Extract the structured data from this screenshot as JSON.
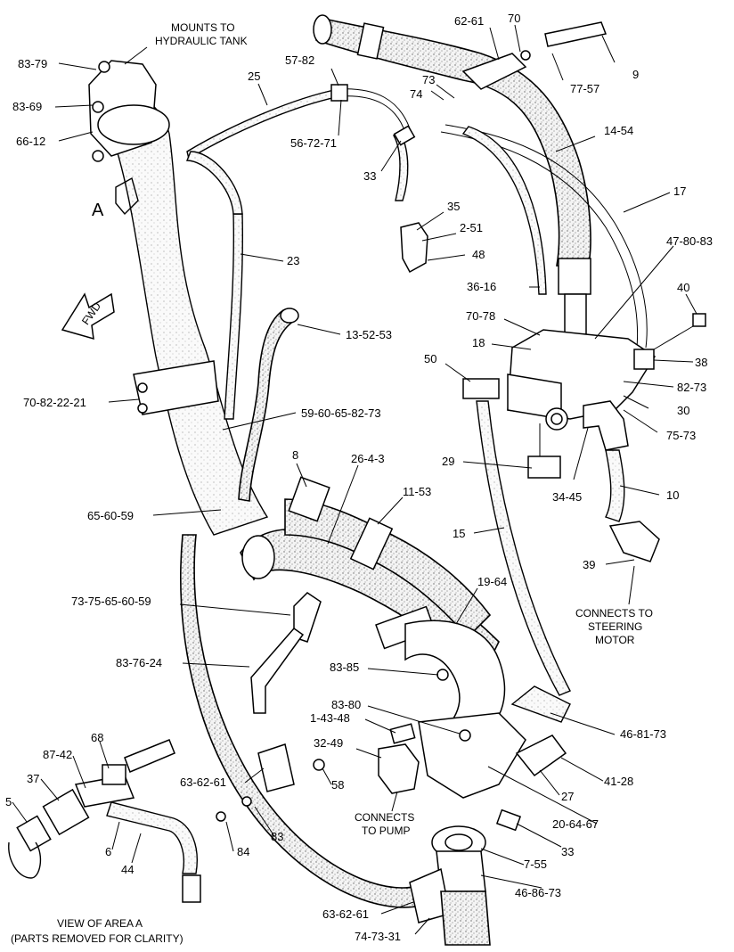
{
  "labels": {
    "l_83_79": "83-79",
    "l_83_69": "83-69",
    "l_66_12": "66-12",
    "l_mounts_1": "MOUNTS TO",
    "l_mounts_2": "HYDRAULIC TANK",
    "l_25": "25",
    "l_57_82": "57-82",
    "l_56_72_71": "56-72-71",
    "l_62_61": "62-61",
    "l_70": "70",
    "l_9": "9",
    "l_77_57": "77-57",
    "l_73": "73",
    "l_74": "74",
    "l_14_54": "14-54",
    "l_33_top": "33",
    "l_17": "17",
    "l_35": "35",
    "l_2_51": "2-51",
    "l_48": "48",
    "l_47_80_83": "47-80-83",
    "l_23": "23",
    "l_A": "A",
    "l_fwd": "FWD",
    "l_36_16": "36-16",
    "l_40": "40",
    "l_70_78": "70-78",
    "l_13_52_53": "13-52-53",
    "l_18": "18",
    "l_38": "38",
    "l_50": "50",
    "l_82_73": "82-73",
    "l_70_82_22_21": "70-82-22-21",
    "l_30": "30",
    "l_59_60_65_82_73": "59-60-65-82-73",
    "l_75_73": "75-73",
    "l_8": "8",
    "l_26_4_3": "26-4-3",
    "l_29": "29",
    "l_11_53": "11-53",
    "l_34_45": "34-45",
    "l_10": "10",
    "l_65_60_59": "65-60-59",
    "l_15": "15",
    "l_39": "39",
    "l_steer_1": "CONNECTS TO",
    "l_steer_2": "STEERING",
    "l_steer_3": "MOTOR",
    "l_19_64": "19-64",
    "l_73_75_65_60_59": "73-75-65-60-59",
    "l_83_76_24": "83-76-24",
    "l_83_85": "83-85",
    "l_83_80": "83-80",
    "l_46_81_73": "46-81-73",
    "l_1_43_48": "1-43-48",
    "l_68": "68",
    "l_87_42": "87-42",
    "l_32_49": "32-49",
    "l_37": "37",
    "l_63_62_61_a": "63-62-61",
    "l_58": "58",
    "l_27": "27",
    "l_41_28": "41-28",
    "l_5": "5",
    "l_pump_1": "CONNECTS",
    "l_pump_2": "TO PUMP",
    "l_20_64_67": "20-64-67",
    "l_6": "6",
    "l_83": "83",
    "l_84": "84",
    "l_33_bottom": "33",
    "l_44": "44",
    "l_7_55": "7-55",
    "l_46_86_73": "46-86-73",
    "l_view_1": "VIEW OF AREA  A",
    "l_view_2": "(PARTS REMOVED FOR CLARITY)",
    "l_63_62_61_b": "63-62-61",
    "l_74_73_31": "74-73-31"
  }
}
